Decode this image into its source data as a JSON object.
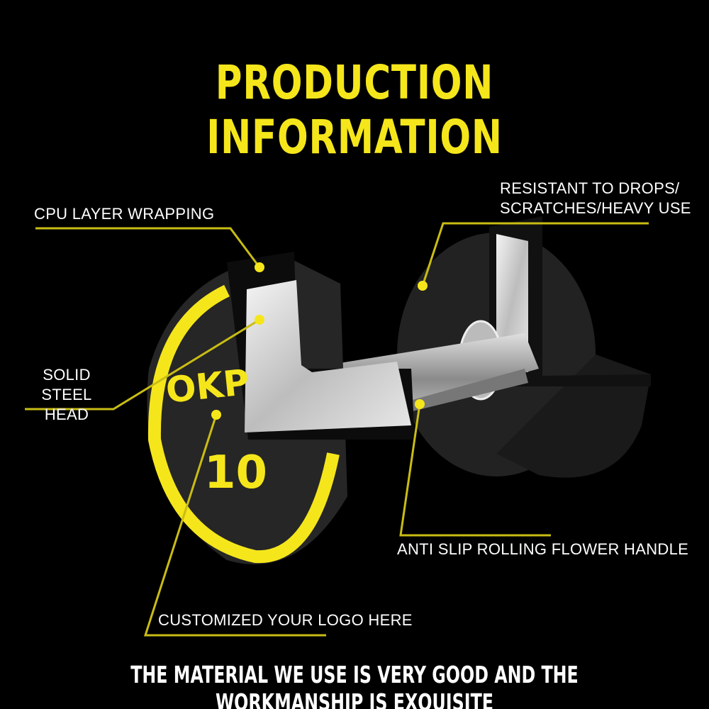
{
  "title": "PRODUCTION INFORMATION",
  "footer": "THE MATERIAL WE USE IS VERY GOOD AND THE WORKMANSHIP IS EXQUISITE",
  "callouts": {
    "cpu_layer": "CPU LAYER WRAPPING",
    "resistant_line1": "RESISTANT TO DROPS/",
    "resistant_line2": "SCRATCHES/HEAVY USE",
    "steel_line1": "SOLID STEEL",
    "steel_line2": "HEAD",
    "handle": "ANTI SLIP ROLLING FLOWER HANDLE",
    "logo": "CUSTOMIZED YOUR LOGO HERE"
  },
  "product": {
    "logo_text": "OKP",
    "weight": "10"
  },
  "colors": {
    "accent": "#f5e61b",
    "background": "#000000",
    "text": "#ffffff"
  }
}
